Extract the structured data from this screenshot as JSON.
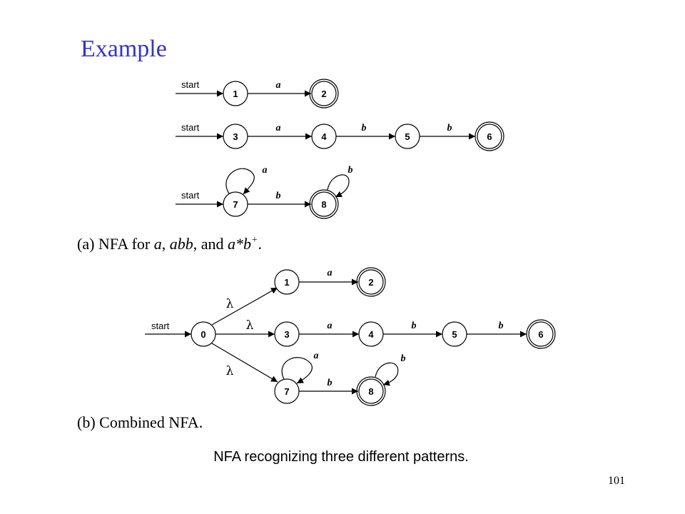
{
  "title": "Example",
  "caption_a_parts": [
    "(a) NFA for ",
    "a",
    ", ",
    "abb",
    ", and ",
    "a*b",
    "+",
    "."
  ],
  "caption_b": "(b) Combined NFA.",
  "footer": "NFA recognizing three different patterns.",
  "page_number": "101",
  "start_label": "start",
  "lambda": "λ",
  "diagram_a": {
    "nfa1": {
      "states": [
        "1",
        "2"
      ],
      "labels": [
        "a"
      ]
    },
    "nfa2": {
      "states": [
        "3",
        "4",
        "5",
        "6"
      ],
      "labels": [
        "a",
        "b",
        "b"
      ]
    },
    "nfa3": {
      "states": [
        "7",
        "8"
      ],
      "labels": [
        "a",
        "b",
        "b"
      ]
    }
  },
  "diagram_b": {
    "states": [
      "0",
      "1",
      "2",
      "3",
      "4",
      "5",
      "6",
      "7",
      "8"
    ],
    "labels": [
      "a",
      "a",
      "b",
      "b",
      "a",
      "b",
      "b"
    ]
  }
}
